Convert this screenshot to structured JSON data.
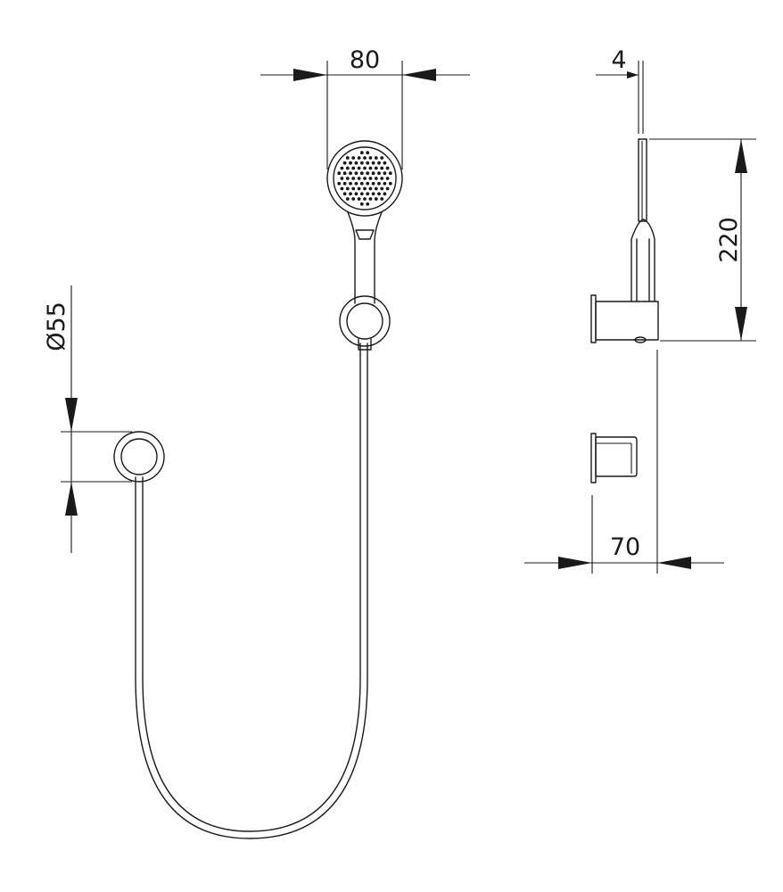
{
  "drawing": {
    "dimensions": {
      "head_width": "80",
      "height": "220",
      "plate_thickness": "4",
      "diameter": "Ø55",
      "projection": "70"
    }
  }
}
